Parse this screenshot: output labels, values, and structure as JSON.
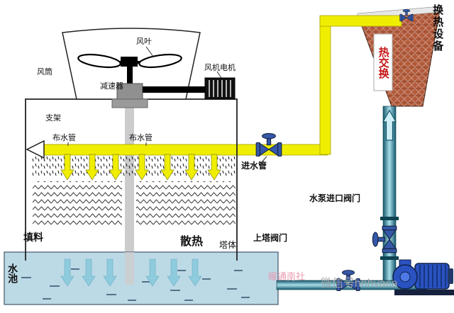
{
  "diagram": {
    "type": "cooling-tower-hvac-schematic",
    "labels": {
      "fan_blade": "风叶",
      "fan_duct": "风筒",
      "fan_motor": "风机电机",
      "reducer": "减速器",
      "support": "支架",
      "water_dist_left": "布水管",
      "water_dist_right": "布水管",
      "inlet_pipe": "进水管",
      "fill_material": "填料",
      "heat_dissipation": "散热",
      "tower_body": "塔体",
      "water_pool": "水池",
      "tower_valve": "上塔阀门",
      "pump_inlet_valve": "水泵进口阀门",
      "heat_exchange": "热交换",
      "heat_exchange_equipment": "换热设备",
      "watermark_primary": "暖通南社",
      "watermark_secondary": "微信号hnhvaca"
    },
    "colors": {
      "pipe_yellow": "#f0ee00",
      "pipe_yellow_edge": "#a8a400",
      "teal_dark": "#14586c",
      "teal_light": "#a8dde8",
      "exchanger_brown": "#b25a3a",
      "valve_blue": "#3558a8",
      "pump_blue": "#2a52c0",
      "pump_dark": "#10224a",
      "pool_fill": "#bcd9e6",
      "arrow_cyan": "#8ecbdd",
      "shaft_gray": "#cccccc",
      "label_red": "#c41414",
      "watermark_pink": "#e79cb2",
      "watermark_gray": "#a0a6ab"
    }
  }
}
